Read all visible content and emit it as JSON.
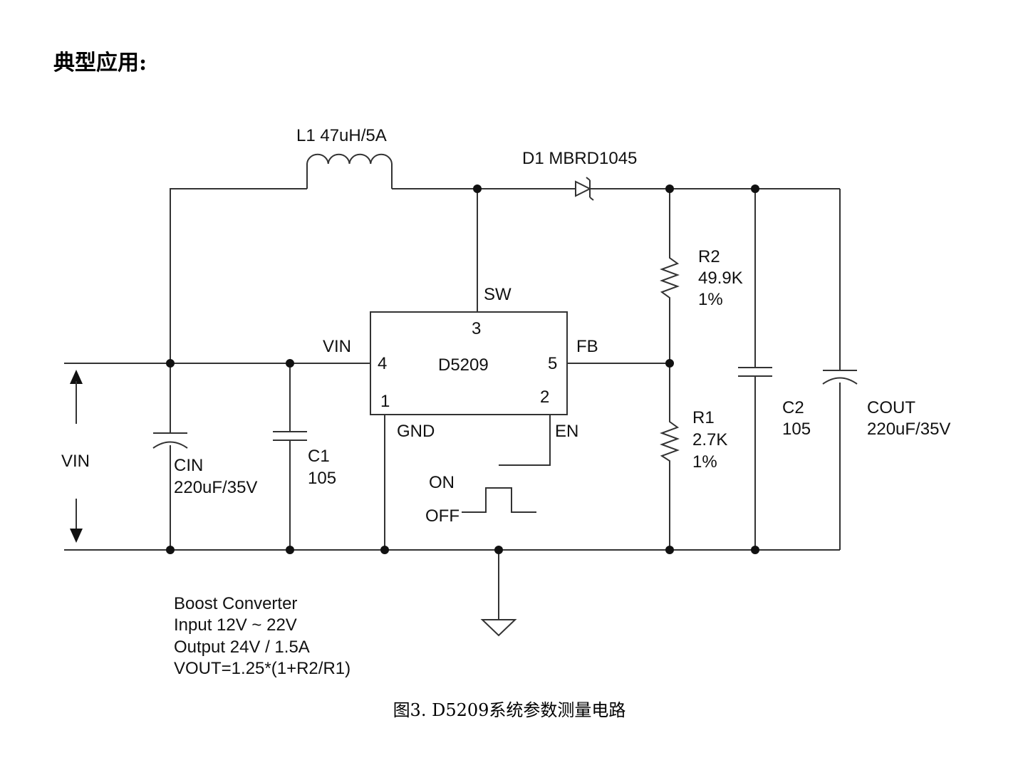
{
  "heading": "典型应用:",
  "caption": "图3. D5209系统参数测量电路",
  "ic": {
    "name": "D5209",
    "pins": {
      "sw": "3",
      "vin": "4",
      "fb": "5",
      "gnd": "1",
      "en": "2"
    },
    "pin_labels": {
      "sw": "SW",
      "vin": "VIN",
      "fb": "FB",
      "gnd": "GND",
      "en": "EN"
    }
  },
  "inductor": {
    "label": "L1 47uH/5A"
  },
  "diode": {
    "label": "D1 MBRD1045"
  },
  "r2": {
    "name": "R2",
    "value": "49.9K",
    "tol": "1%"
  },
  "r1": {
    "name": "R1",
    "value": "2.7K",
    "tol": "1%"
  },
  "c2": {
    "name": "C2",
    "value": "105"
  },
  "cout": {
    "name": "COUT",
    "value": "220uF/35V"
  },
  "c1": {
    "name": "C1",
    "value": "105"
  },
  "cin": {
    "name": "CIN",
    "value": "220uF/35V"
  },
  "vin_label": "VIN",
  "enable": {
    "on": "ON",
    "off": "OFF"
  },
  "notes": [
    "Boost Converter",
    "Input 12V ~ 22V",
    "Output 24V / 1.5A",
    "VOUT=1.25*(1+R2/R1)"
  ]
}
